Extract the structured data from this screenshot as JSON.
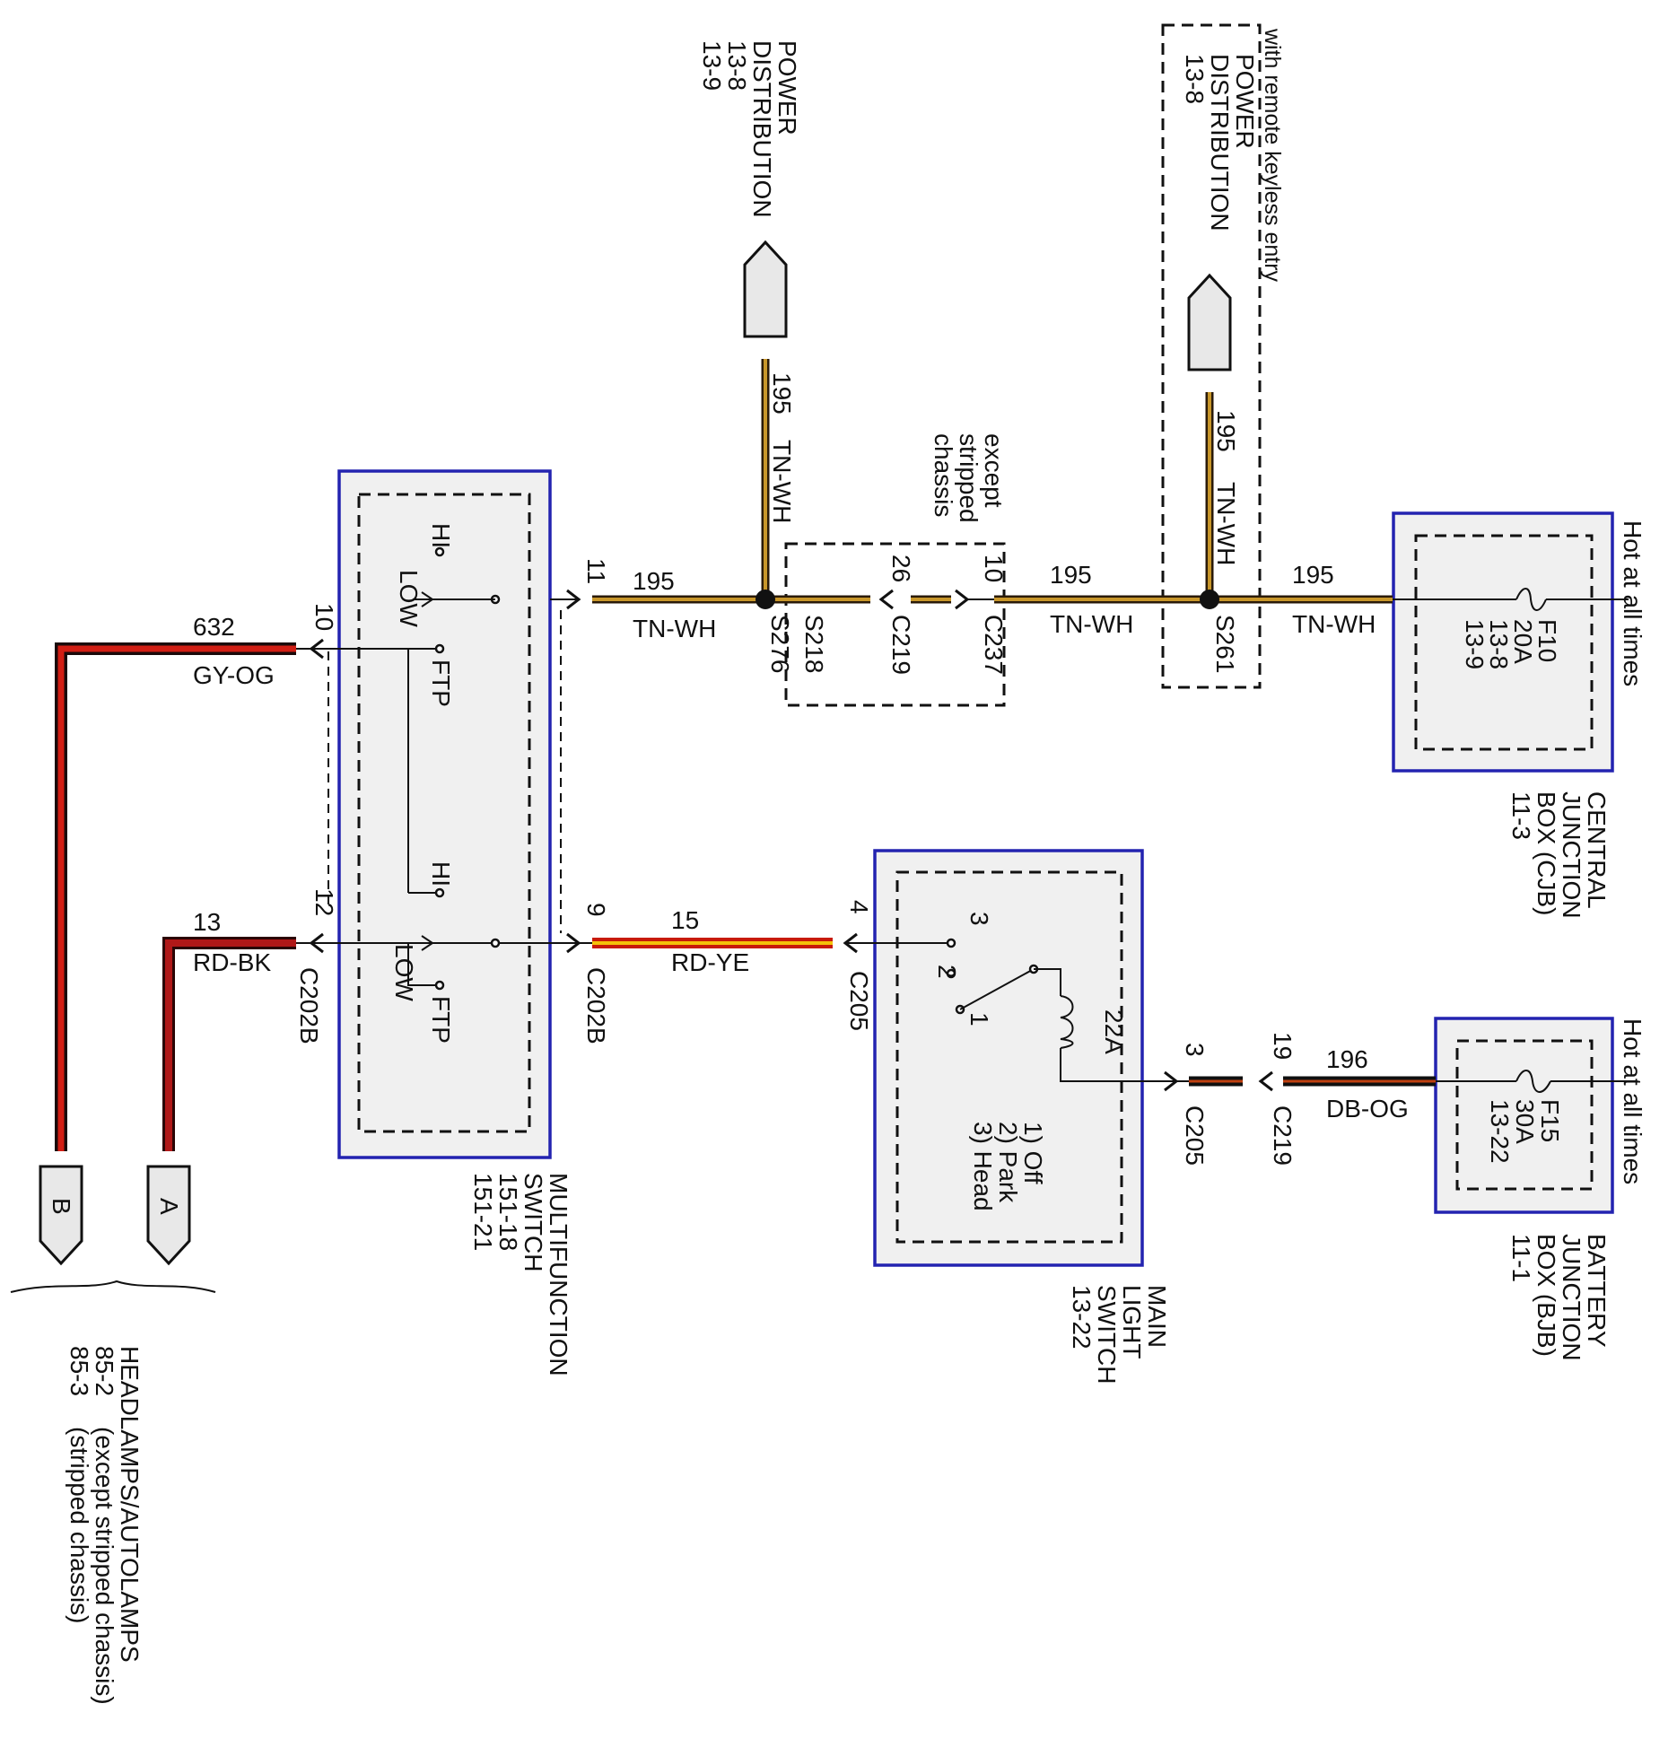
{
  "colors": {
    "box_border": "#2323b0",
    "box_fill": "#f0f0f0",
    "wire_tn_wh": "#c8962a",
    "wire_gy_og": "#d21e14",
    "wire_rd_bk": "#b01818",
    "wire_rd_ye": "#f4c20a",
    "wire_db_og": "#c04010"
  },
  "power_distribution_1": {
    "title1": "POWER",
    "title2": "DISTRIBUTION",
    "ref1": "13-8",
    "ref2": "13-9"
  },
  "power_distribution_2": {
    "note": "with remote keyless entry",
    "title1": "POWER",
    "title2": "DISTRIBUTION",
    "ref1": "13-8"
  },
  "circuit_195": {
    "number": "195",
    "color": "TN-WH"
  },
  "circuit_632": {
    "number": "632",
    "color": "GY-OG"
  },
  "circuit_13": {
    "number": "13",
    "color": "RD-BK"
  },
  "circuit_15": {
    "number": "15",
    "color": "RD-YE"
  },
  "circuit_196": {
    "number": "196",
    "color": "DB-OG"
  },
  "splices": {
    "s276": "S276",
    "s218": "S218",
    "s261": "S261"
  },
  "connectors": {
    "c219": "C219",
    "c237": "C237",
    "c202b": "C202B",
    "c205": "C205",
    "pin_11": "11",
    "pin_10": "10",
    "pin_26": "26",
    "pin_9": "9",
    "pin_12": "12",
    "pin_4": "4",
    "pin_3": "3",
    "pin_19": "19"
  },
  "except_stripped": {
    "l1": "except",
    "l2": "stripped",
    "l3": "chassis"
  },
  "cjb": {
    "hot": "Hot at all times",
    "fuse": "F10",
    "amps": "20A",
    "ref1": "13-8",
    "ref2": "13-9",
    "name1": "CENTRAL",
    "name2": "JUNCTION",
    "name3": "BOX (CJB)",
    "ref": "11-3"
  },
  "bjb": {
    "hot": "Hot at all times",
    "fuse": "F15",
    "amps": "30A",
    "ref1": "13-22",
    "name1": "BATTERY",
    "name2": "JUNCTION",
    "name3": "BOX (BJB)",
    "ref": "11-1"
  },
  "multifunction": {
    "hi": "HI",
    "low": "LOW",
    "ftp": "FTP",
    "name1": "MULTIFUNCTION",
    "name2": "SWITCH",
    "ref1": "151-18",
    "ref2": "151-21"
  },
  "main_light": {
    "pos3": "3",
    "pos2": "2",
    "pos1": "1",
    "breaker": "22A",
    "opt1": "1) Off",
    "opt2": "2) Park",
    "opt3": "3) Head",
    "name1": "MAIN",
    "name2": "LIGHT",
    "name3": "SWITCH",
    "ref": "13-22"
  },
  "headlamps": {
    "conn_a": "A",
    "conn_b": "B",
    "name": "HEADLAMPS/AUTOLAMPS",
    "l2": "85-2",
    "l2b": "(except stripped chassis)",
    "l3": "85-3",
    "l3b": "(stripped chassis)"
  }
}
